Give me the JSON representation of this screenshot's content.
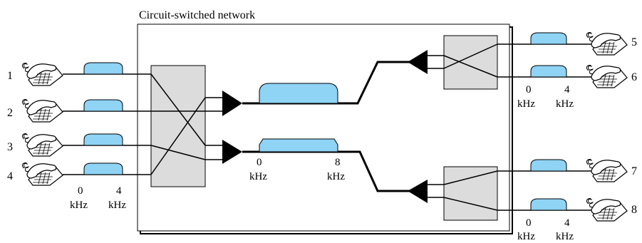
{
  "title": "Circuit-switched network",
  "phones": {
    "left": [
      "1",
      "2",
      "3",
      "4"
    ],
    "right": [
      "5",
      "6",
      "7",
      "8"
    ]
  },
  "band_labels": {
    "left_bottom": {
      "low": "0",
      "high": "4",
      "unit_low": "kHz",
      "unit_high": "kHz"
    },
    "middle_bottom": {
      "low": "0",
      "high": "8",
      "unit_low": "kHz",
      "unit_high": "kHz"
    },
    "right_top": {
      "low": "0",
      "high": "4",
      "unit_low": "kHz",
      "unit_high": "kHz"
    },
    "right_bottom": {
      "low": "0",
      "high": "4",
      "unit_low": "kHz",
      "unit_high": "kHz"
    }
  },
  "colors": {
    "spectrum_fill": "#8fd3f5",
    "switch_fill": "#dcdcdc"
  }
}
